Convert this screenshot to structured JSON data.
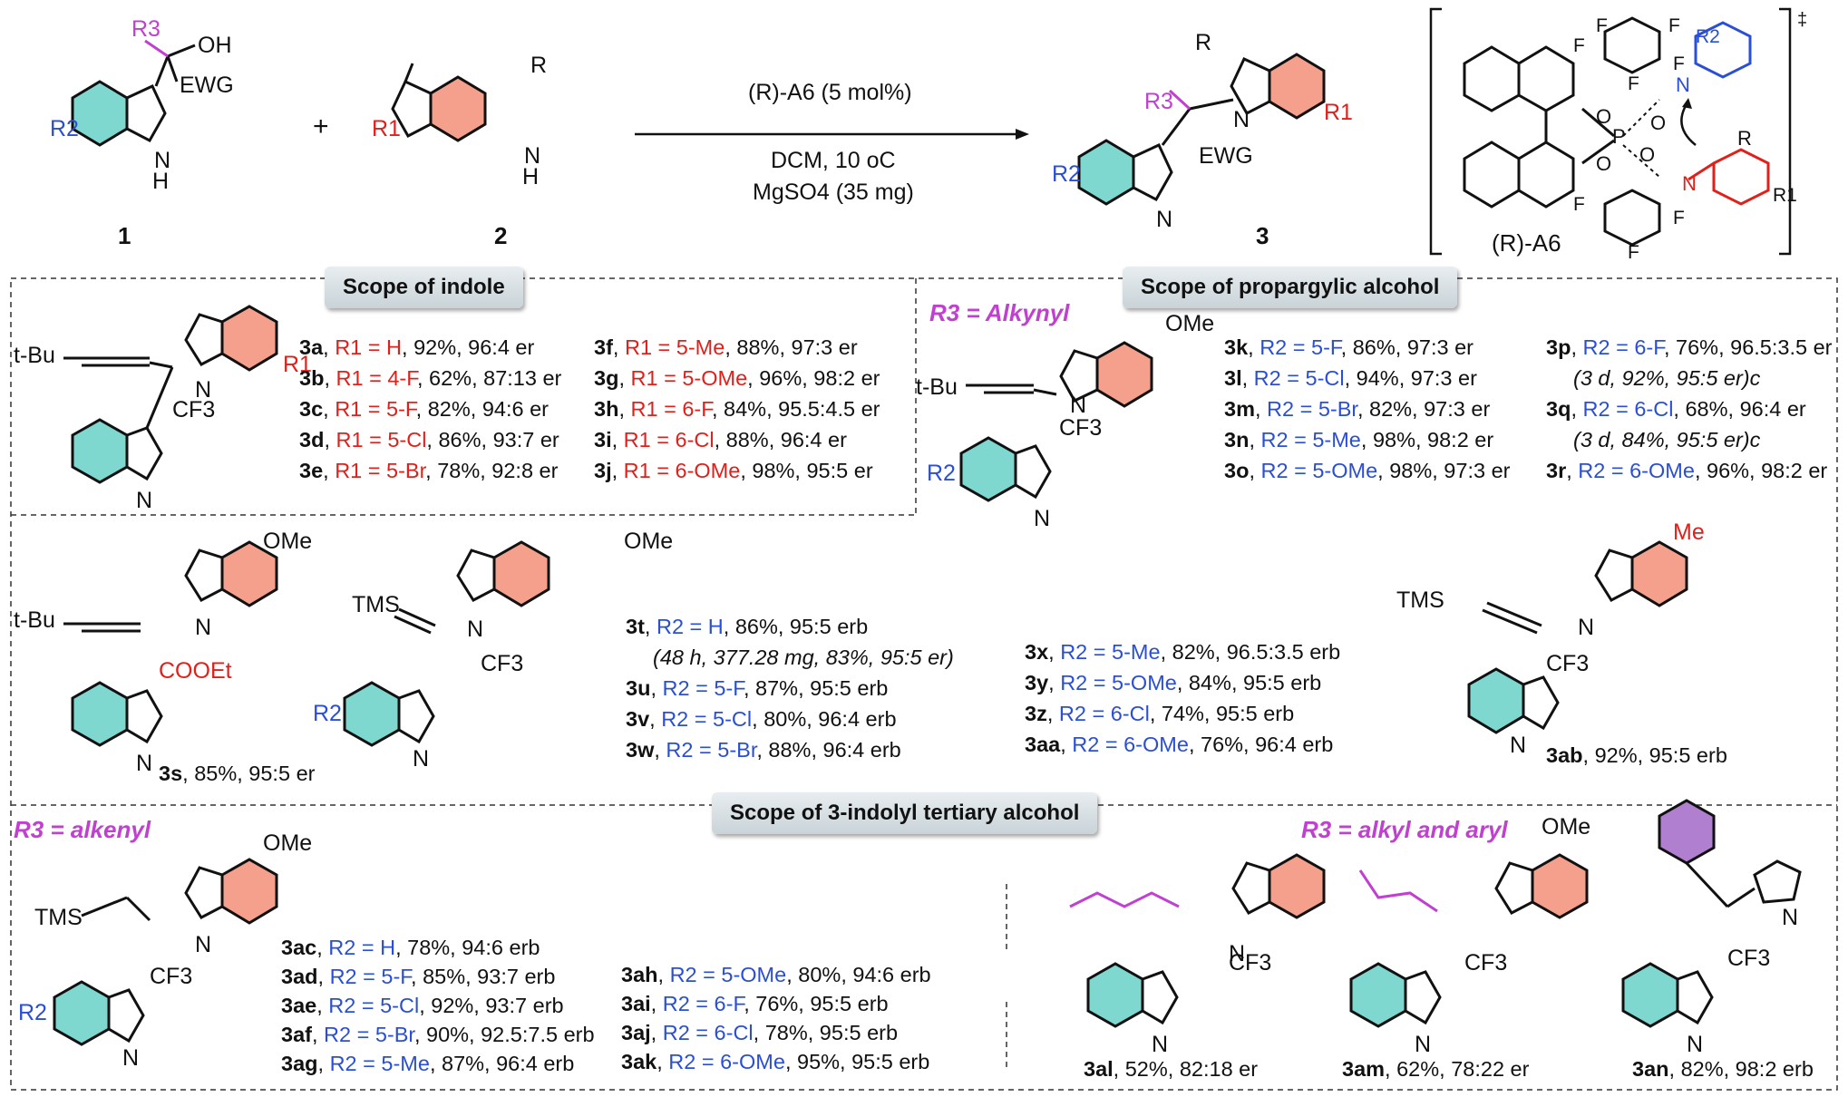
{
  "reaction": {
    "reagent_1_label": "1",
    "reagent_2_label": "2",
    "product_label": "3",
    "plus": "+",
    "catalyst": "(R)-A6 (5 mol%)",
    "conditions_1": "DCM, 10 oC",
    "conditions_2": "MgSO4 (35 mg)",
    "ts_label": "(R)-A6",
    "dagger": "‡"
  },
  "sections": {
    "indole": "Scope of indole",
    "propargylic": "Scope of propargylic alcohol",
    "tertiary": "Scope of 3-indolyl tertiary alcohol",
    "r3_alkynyl": "R3 = Alkynyl",
    "r3_alkenyl": "R3 = alkenyl",
    "r3_alkyl_aryl": "R3 = alkyl and aryl"
  },
  "indole_entries_left": [
    {
      "id": "3a",
      "sub": "R1 = H",
      "yield": "92%, 96:4 er"
    },
    {
      "id": "3b",
      "sub": "R1 = 4-F",
      "yield": "62%, 87:13 er"
    },
    {
      "id": "3c",
      "sub": "R1 = 5-F",
      "yield": "82%, 94:6 er"
    },
    {
      "id": "3d",
      "sub": "R1 = 5-Cl",
      "yield": "86%, 93:7 er"
    },
    {
      "id": "3e",
      "sub": "R1 = 5-Br",
      "yield": "78%, 92:8 er"
    }
  ],
  "indole_entries_right": [
    {
      "id": "3f",
      "sub": "R1 = 5-Me",
      "yield": "88%, 97:3 er"
    },
    {
      "id": "3g",
      "sub": "R1 = 5-OMe",
      "yield": "96%, 98:2 er"
    },
    {
      "id": "3h",
      "sub": "R1 = 6-F",
      "yield": "84%, 95.5:4.5 er"
    },
    {
      "id": "3i",
      "sub": "R1 = 6-Cl",
      "yield": "88%, 96:4 er"
    },
    {
      "id": "3j",
      "sub": "R1 = 6-OMe",
      "yield": "98%, 95:5 er"
    }
  ],
  "alkynyl_entries_a": [
    {
      "id": "3k",
      "sub": "R2 = 5-F",
      "yield": "86%, 97:3 er"
    },
    {
      "id": "3l",
      "sub": "R2 = 5-Cl",
      "yield": "94%, 97:3 er"
    },
    {
      "id": "3m",
      "sub": "R2 = 5-Br",
      "yield": "82%, 97:3 er"
    },
    {
      "id": "3n",
      "sub": "R2 = 5-Me",
      "yield": "98%, 98:2 er"
    },
    {
      "id": "3o",
      "sub": "R2 = 5-OMe",
      "yield": "98%, 97:3 er"
    }
  ],
  "alkynyl_entries_b": [
    {
      "id": "3p",
      "sub": "R2 = 6-F",
      "yield": "76%, 96.5:3.5 er"
    },
    {
      "id": "",
      "sub": "",
      "yield": "(3 d, 92%, 95:5 er)c"
    },
    {
      "id": "3q",
      "sub": "R2 = 6-Cl",
      "yield": "68%, 96:4 er"
    },
    {
      "id": "",
      "sub": "",
      "yield": "(3 d, 84%, 95:5 er)c"
    },
    {
      "id": "3r",
      "sub": "R2 = 6-OMe",
      "yield": "96%, 98:2 er"
    }
  ],
  "tms_entries_a": [
    {
      "id": "3t",
      "sub": "R2 = H",
      "yield": "86%, 95:5 erb"
    },
    {
      "id": "",
      "sub": "",
      "yield": "(48 h, 377.28 mg, 83%, 95:5 er)"
    },
    {
      "id": "3u",
      "sub": "R2 = 5-F",
      "yield": "87%, 95:5 erb"
    },
    {
      "id": "3v",
      "sub": "R2 = 5-Cl",
      "yield": "80%, 96:4 erb"
    },
    {
      "id": "3w",
      "sub": "R2 = 5-Br",
      "yield": "88%, 96:4 erb"
    }
  ],
  "tms_entries_b": [
    {
      "id": "3x",
      "sub": "R2 = 5-Me",
      "yield": "82%, 96.5:3.5 erb"
    },
    {
      "id": "3y",
      "sub": "R2 = 5-OMe",
      "yield": "84%, 95:5 erb"
    },
    {
      "id": "3z",
      "sub": "R2 = 6-Cl",
      "yield": "74%, 95:5 erb"
    },
    {
      "id": "3aa",
      "sub": "R2 = 6-OMe",
      "yield": "76%, 96:4 erb"
    }
  ],
  "alkenyl_entries_a": [
    {
      "id": "3ac",
      "sub": "R2 = H",
      "yield": "78%, 94:6 erb"
    },
    {
      "id": "3ad",
      "sub": "R2 = 5-F",
      "yield": "85%, 93:7 erb"
    },
    {
      "id": "3ae",
      "sub": "R2 = 5-Cl",
      "yield": "92%, 93:7 erb"
    },
    {
      "id": "3af",
      "sub": "R2 = 5-Br",
      "yield": "90%, 92.5:7.5 erb"
    },
    {
      "id": "3ag",
      "sub": "R2 = 5-Me",
      "yield": "87%, 96:4 erb"
    }
  ],
  "alkenyl_entries_b": [
    {
      "id": "3ah",
      "sub": "R2 = 5-OMe",
      "yield": "80%, 94:6 erb"
    },
    {
      "id": "3ai",
      "sub": "R2 = 6-F",
      "yield": "76%, 95:5 erb"
    },
    {
      "id": "3aj",
      "sub": "R2 = 6-Cl",
      "yield": "78%, 95:5 erb"
    },
    {
      "id": "3ak",
      "sub": "R2 = 6-OMe",
      "yield": "95%, 95:5 erb"
    }
  ],
  "single_products": {
    "p3s": {
      "id": "3s",
      "yield": "85%, 95:5 er"
    },
    "p3ab": {
      "id": "3ab",
      "yield": "92%, 95:5 erb"
    },
    "p3al": {
      "id": "3al",
      "yield": "52%, 82:18 er"
    },
    "p3am": {
      "id": "3am",
      "yield": "62%, 78:22 er"
    },
    "p3an": {
      "id": "3an",
      "yield": "82%, 98:2 erb"
    }
  },
  "atom_labels": {
    "oh": "OH",
    "ewg": "EWG",
    "nh": "N",
    "h": "H",
    "r": "R",
    "r1": "R1",
    "r2": "R2",
    "r3": "R3",
    "tbu": "t-Bu",
    "cf3": "CF3",
    "ome": "OMe",
    "tms": "TMS",
    "me": "Me",
    "cooet": "COOEt",
    "f": "F",
    "o": "O",
    "p": "P"
  },
  "colors": {
    "red": "#e0201b",
    "blue": "#2a4fd6",
    "magenta": "#c040d0",
    "indole_fill": "#7fd8d0",
    "indole_fill2": "#f4a08c",
    "bond": "#111111"
  }
}
